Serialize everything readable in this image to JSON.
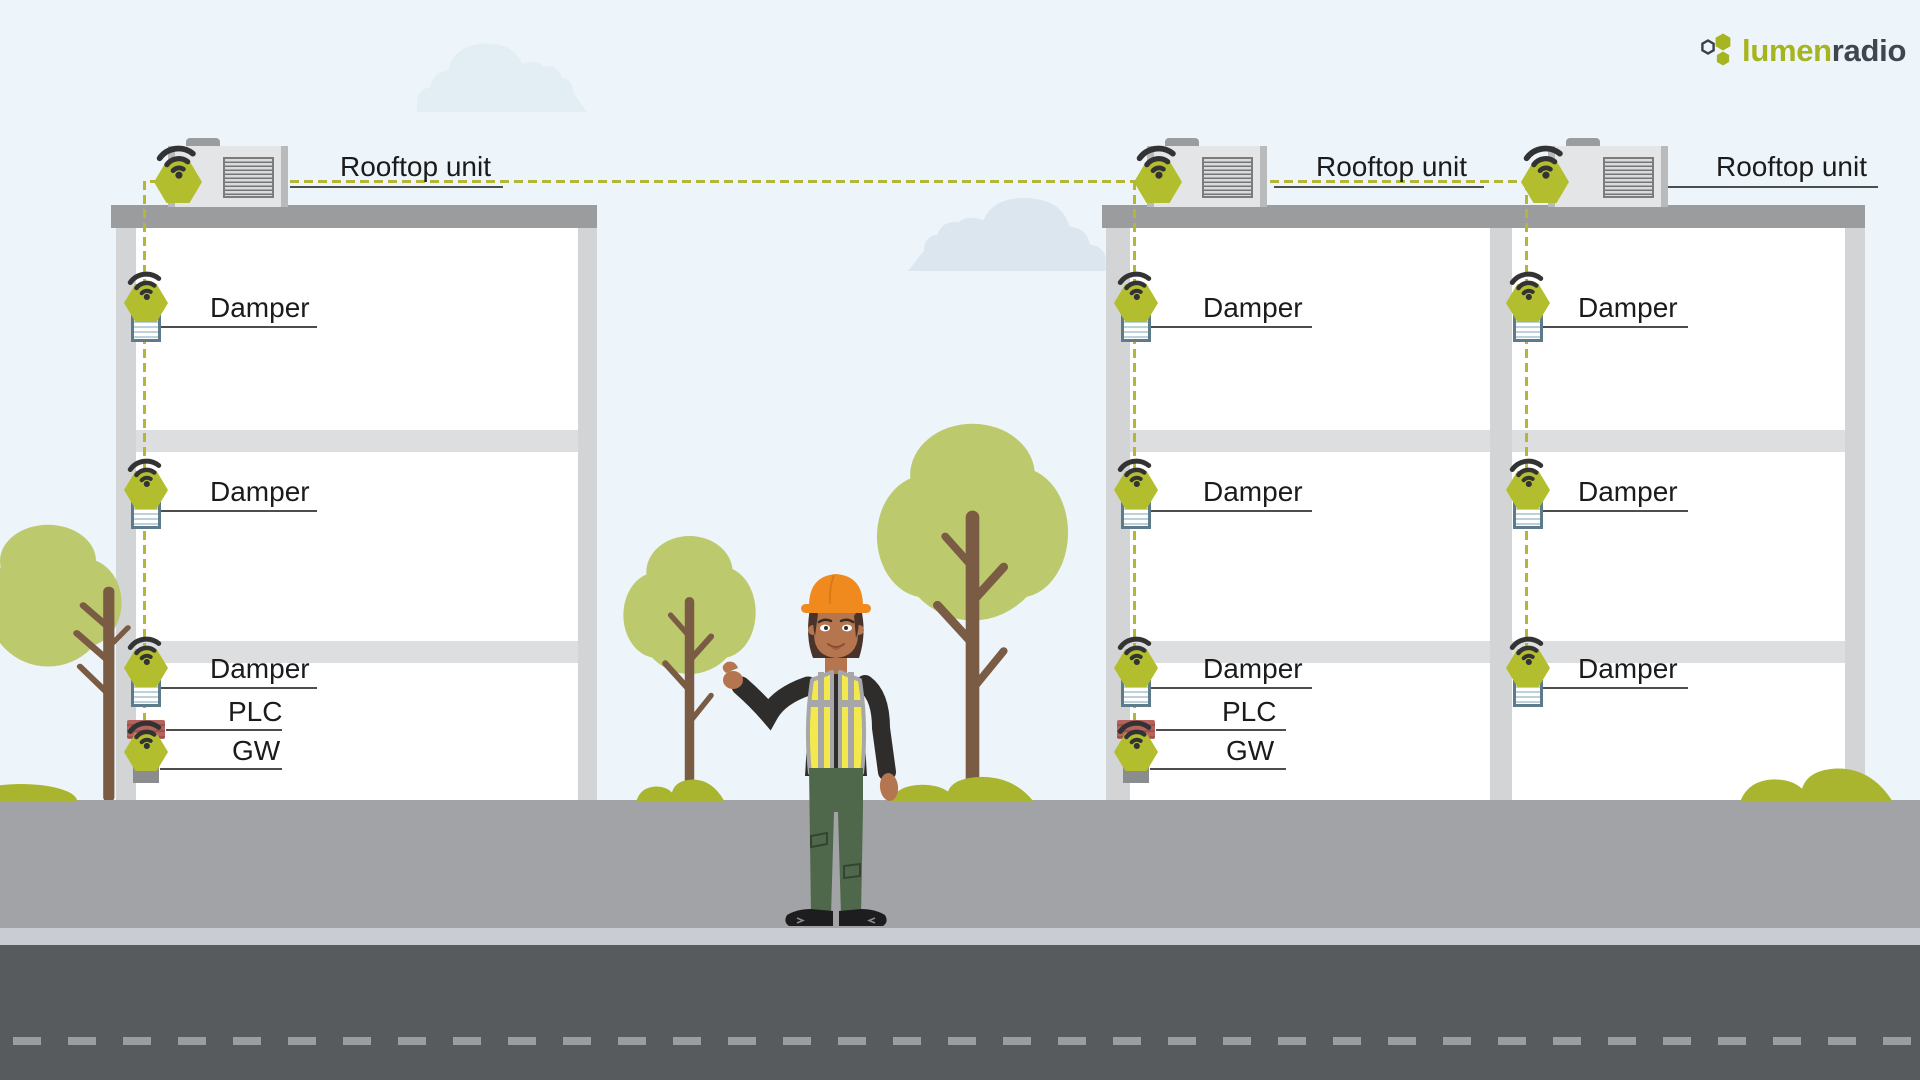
{
  "brand": {
    "primary": "lumen",
    "secondary": "radio"
  },
  "labels": {
    "rooftop_units": [
      "Rooftop unit",
      "Rooftop unit",
      "Rooftop unit"
    ],
    "columns": [
      {
        "dampers": [
          "Damper",
          "Damper",
          "Damper"
        ],
        "plc": "PLC",
        "gw": "GW"
      },
      {
        "dampers": [
          "Damper",
          "Damper",
          "Damper"
        ],
        "plc": "PLC",
        "gw": "GW"
      },
      {
        "dampers": [
          "Damper",
          "Damper",
          "Damper"
        ]
      }
    ]
  },
  "icons": {
    "wifi-icon": "radio mesh node wifi arcs",
    "hexagon-node-icon": "green hexagon radio device",
    "damper-vent-icon": "slatted damper box",
    "rooftop-ac-unit-icon": "gray HVAC unit with grille",
    "logo-hexagons-icon": "three hexagons brand mark"
  },
  "colors": {
    "sky": "#edf5fa",
    "cloud": "#dfe9f1",
    "accent_green": "#b2be2e",
    "dash_line": "#b3b636",
    "roof_slab": "#9a9c9e",
    "wall": "#d2d4d5",
    "floor_slab": "#dcdedf",
    "ground": "#a1a3a6",
    "curb": "#c9cdd3",
    "road": "#575b5e",
    "road_dash": "#9b9ea1",
    "damper_frame": "#5d7b8a",
    "plc_box": "#b4635d",
    "gw_box": "#8a8c8e",
    "label_text": "#1b1b1b",
    "leader_line": "#4d4d4d",
    "tree_foliage": "#bdc96d",
    "tree_trunk": "#7a5c45",
    "bush": "#a9b52f",
    "logo_primary": "#a6b41f",
    "logo_secondary": "#3f4650"
  }
}
